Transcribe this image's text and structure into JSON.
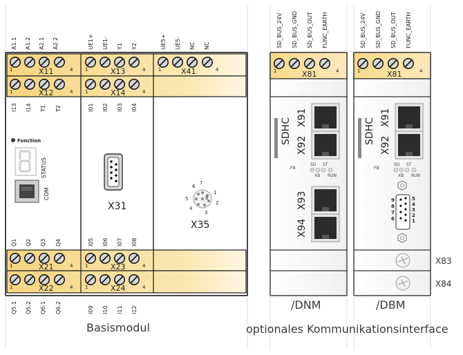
{
  "basis": {
    "top_labels_r1": [
      "A1.1",
      "A1.2",
      "A2.1",
      "A2.2",
      "UE1+",
      "UE1-",
      "Y1",
      "Y2",
      "UE5+",
      "UE5-",
      "NC",
      "NC"
    ],
    "blocks_row1": [
      "X11",
      "X13",
      "X41"
    ],
    "blocks_row2": [
      "X12",
      "X14"
    ],
    "mid_labels_top": [
      "I13",
      "I14",
      "T1",
      "T2",
      "I01",
      "I02",
      "I03",
      "I04"
    ],
    "function_label": "Function",
    "status_label": "STATUS",
    "com_label": "COM",
    "x31_label": "X31",
    "x35_label": "X35",
    "x35_pins": [
      "1",
      "2",
      "3",
      "4",
      "5",
      "6",
      "7",
      "8"
    ],
    "mid_labels_bottom": [
      "Q1",
      "Q2",
      "Q3",
      "Q4",
      "I05",
      "I06",
      "I07",
      "I08"
    ],
    "blocks_row3": [
      "X21",
      "X23"
    ],
    "blocks_row4": [
      "X22",
      "X24"
    ],
    "bottom_labels": [
      "Q5.1",
      "Q5.2",
      "Q6.1",
      "Q6.2",
      "I09",
      "I10",
      "I11",
      "I12"
    ],
    "pin_1": "1",
    "pin_4": "4",
    "caption": "Basismodul"
  },
  "dnm": {
    "top_labels": [
      "SD_BUS_24V",
      "SD_BUS_GND",
      "SD_BUS_OUT",
      "FUNC_EARTH"
    ],
    "block": "X81",
    "sdhc": "SDHC",
    "ports": [
      "X91",
      "X92",
      "X93",
      "X94"
    ],
    "fb": "FB",
    "leds_top": [
      "SD",
      "ST"
    ],
    "leds_bottom": [
      "XB",
      "RUN"
    ],
    "caption": "/DNM"
  },
  "dbm": {
    "top_labels": [
      "SD_BUS_24V",
      "SD_BUS_GND",
      "SD_BUS_OUT",
      "FUNC_EARTH"
    ],
    "block": "X81",
    "sdhc": "SDHC",
    "ports": [
      "X91",
      "X92"
    ],
    "fb": "FB",
    "leds_top": [
      "SD",
      "ST"
    ],
    "leds_bottom": [
      "XB",
      "RUN"
    ],
    "sub_pins_left": [
      "9",
      "8",
      "7",
      "6"
    ],
    "sub_pins_right": [
      "5",
      "4",
      "3",
      "2",
      "1"
    ],
    "x83": "X83",
    "x84": "X84",
    "caption": "/DBM"
  },
  "footer_caption": "optionales Kommunikationsinterface",
  "colors": {
    "terminal_fill": "#f7d98a",
    "terminal_fade": "#fff6de",
    "outline": "#1a1a1a",
    "port_gray": "#9a9a9a"
  }
}
